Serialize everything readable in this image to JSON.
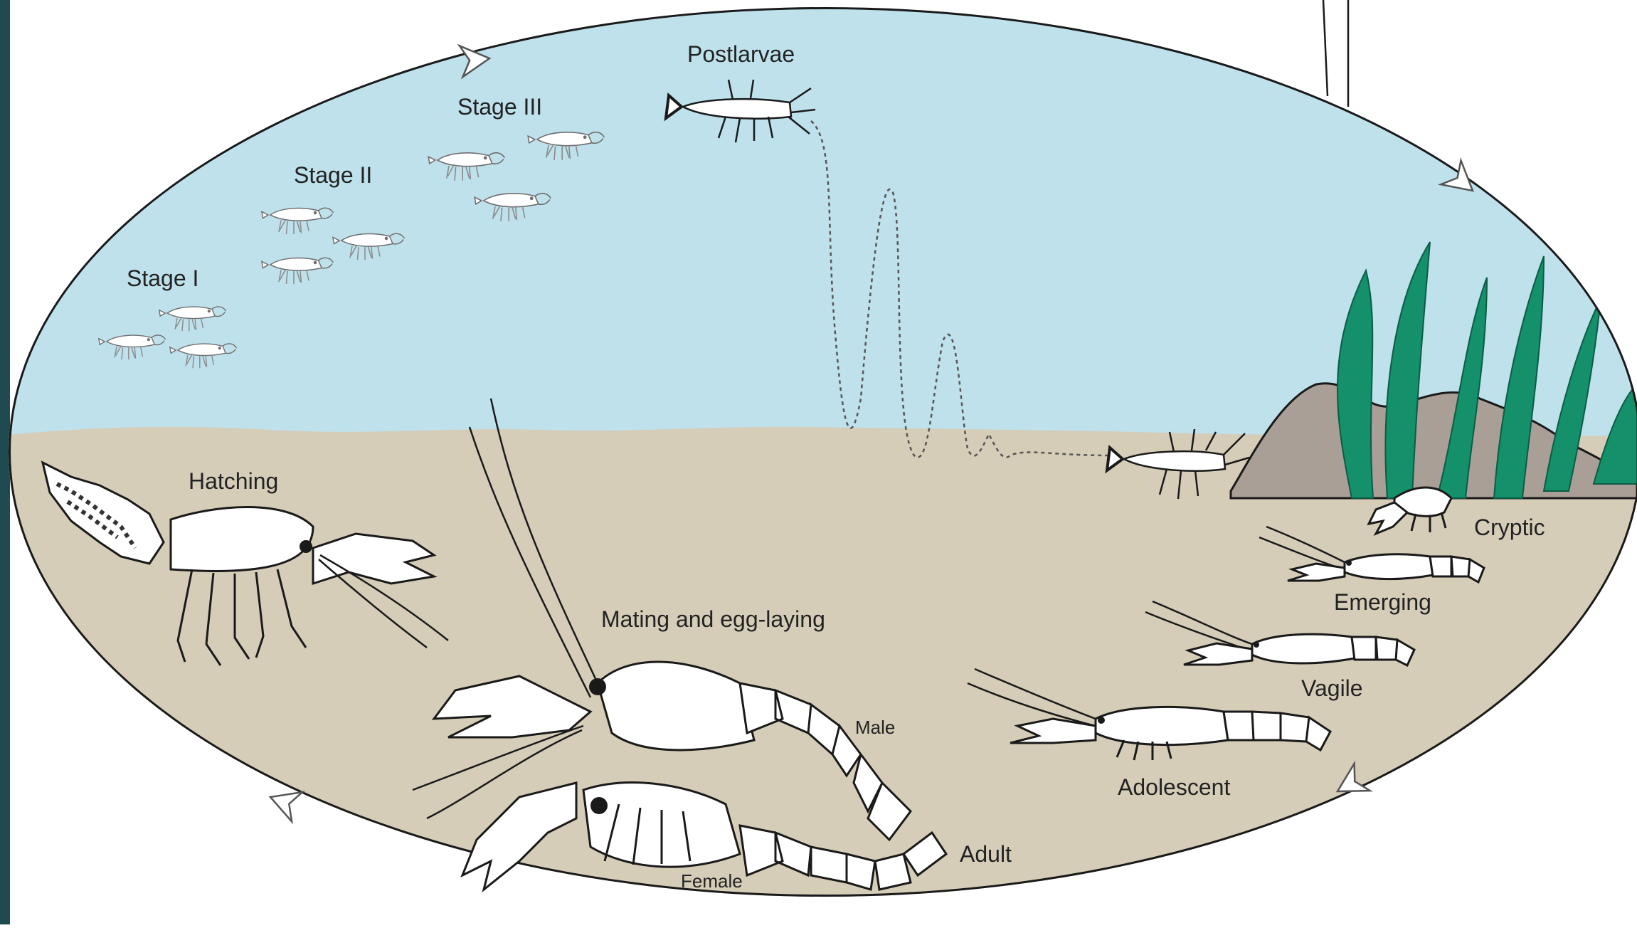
{
  "colors": {
    "water": "#bee1ec",
    "sediment": "#d6cdb8",
    "rock": "#a99f96",
    "weed": "#14906a",
    "outline": "#1a1a1a",
    "frame": "#1f4a4f"
  },
  "labels": {
    "stage_1": "Stage I",
    "stage_2": "Stage II",
    "stage_3": "Stage III",
    "postlarvae": "Postlarvae",
    "hatching": "Hatching",
    "mating": "Mating and egg-laying",
    "male": "Male",
    "female": "Female",
    "adult": "Adult",
    "adolescent": "Adolescent",
    "vagile": "Vagile",
    "emerging": "Emerging",
    "cryptic": "Cryptic"
  },
  "icons": {
    "cycle_arrow": "arrowhead-icon",
    "crayfish": "crayfish-icon",
    "larva": "larva-icon"
  }
}
